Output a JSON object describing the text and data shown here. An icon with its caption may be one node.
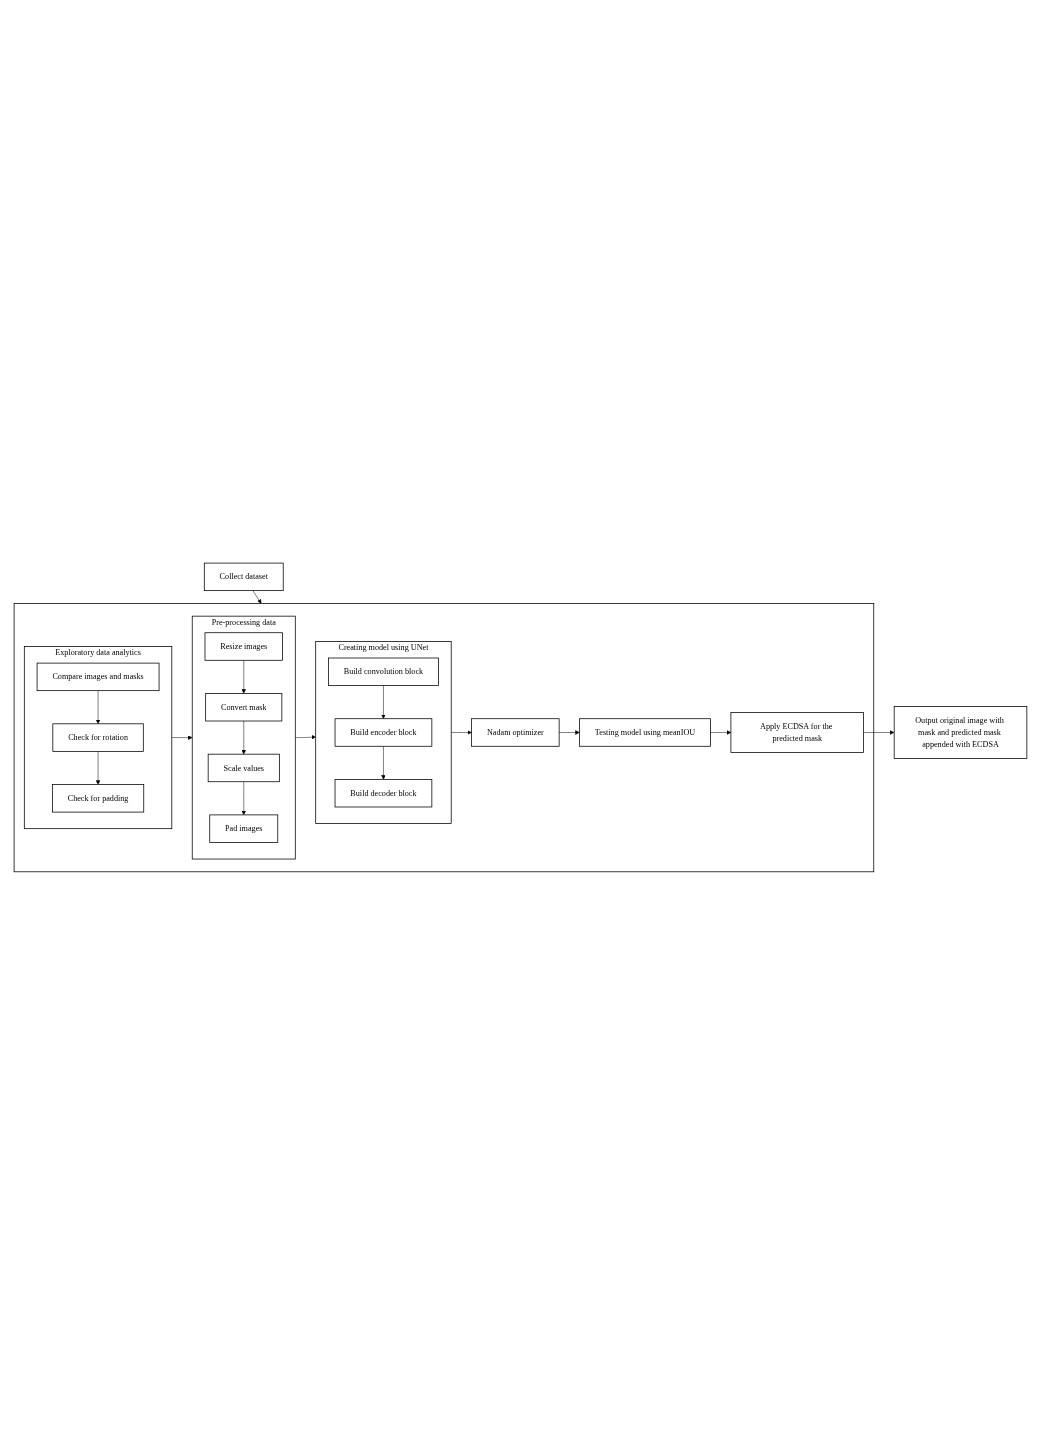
{
  "diagram": {
    "nodes": [
      {
        "text": [
          "Collect dataset"
        ]
      },
      {
        "text": [],
        "shape": "box"
      },
      {
        "text": [
          "Exploratory data analytics"
        ],
        "in": 1
      },
      {
        "text": [
          "Compare images and masks"
        ],
        "in": 2
      },
      {
        "text": [
          "Check for rotation"
        ],
        "in": 2
      },
      {
        "text": [
          "Check for padding"
        ],
        "in": 2
      },
      {
        "text": [
          "Pre-processing data"
        ],
        "in": 1
      },
      {
        "text": [
          "Resize images"
        ],
        "in": 6
      },
      {
        "text": [
          "Convert mask"
        ],
        "in": 6
      },
      {
        "text": [
          "Scale values"
        ],
        "in": 6
      },
      {
        "text": [
          "Pad images"
        ],
        "in": 6
      },
      {
        "text": [
          "Creating model using UNet"
        ],
        "in": 1
      },
      {
        "text": [
          "Build convolution block"
        ],
        "in": 11
      },
      {
        "text": [
          "Build encoder block"
        ],
        "in": 11
      },
      {
        "text": [
          "Build decoder block"
        ],
        "in": 11
      },
      {
        "text": [
          "Nadam optimizer"
        ],
        "in": 1
      },
      {
        "text": [
          "Testing model using meanIOU"
        ],
        "in": 1
      },
      {
        "text": [
          "Apply ECDSA for the predicted mask"
        ],
        "in": 1
      },
      {
        "text": [
          "Output original image with mask and predicted mask appended with ECDSA"
        ]
      }
    ],
    "edges": [
      {
        "from": 0,
        "to": 1,
        "arrow": "to"
      },
      {
        "from": 3,
        "to": 4,
        "arrow": "to"
      },
      {
        "from": 4,
        "to": 5,
        "arrow": "to"
      },
      {
        "from": 2,
        "to": 6,
        "arrow": "to"
      },
      {
        "from": 7,
        "to": 8,
        "arrow": "to"
      },
      {
        "from": 8,
        "to": 9,
        "arrow": "to"
      },
      {
        "from": 9,
        "to": 10,
        "arrow": "to"
      },
      {
        "from": 6,
        "to": 11,
        "arrow": "to"
      },
      {
        "from": 12,
        "to": 13,
        "arrow": "to"
      },
      {
        "from": 13,
        "to": 14,
        "arrow": "to"
      },
      {
        "from": 11,
        "to": 15,
        "arrow": "to"
      },
      {
        "from": 15,
        "to": 16,
        "arrow": "to"
      },
      {
        "from": 16,
        "to": 17,
        "arrow": "to"
      },
      {
        "from": 17,
        "to": 18,
        "arrow": "to"
      }
    ]
  }
}
